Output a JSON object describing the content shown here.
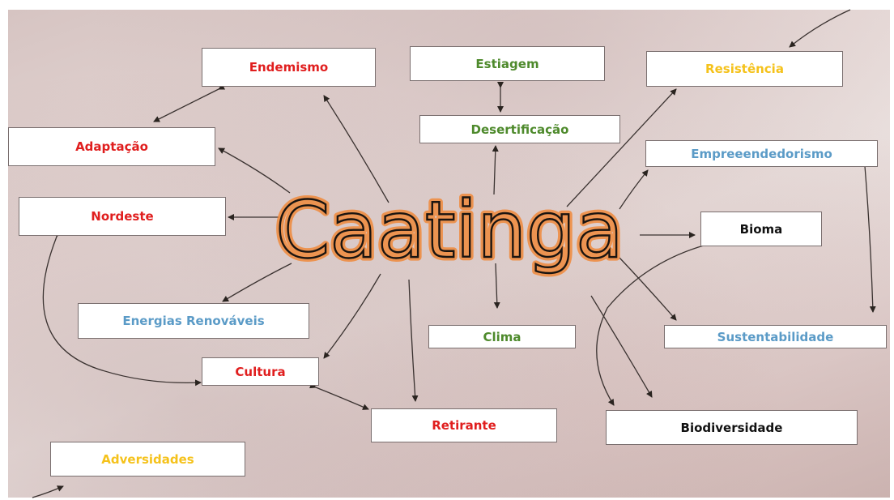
{
  "central_term": "Caatinga",
  "colors": {
    "red": "#e01e1e",
    "green": "#4e8a2c",
    "yellow": "#f5c21b",
    "blue": "#5b9bc7",
    "black": "#111111",
    "ink": "#1a1410",
    "highlight": "#f08a3c"
  },
  "nodes": {
    "endemismo": {
      "label": "Endemismo",
      "color": "red"
    },
    "estiagem": {
      "label": "Estiagem",
      "color": "green"
    },
    "resistencia": {
      "label": "Resistência",
      "color": "yellow"
    },
    "desertificacao": {
      "label": "Desertificação",
      "color": "green"
    },
    "adaptacao": {
      "label": "Adaptação",
      "color": "red"
    },
    "empreendedorismo": {
      "label": "Empreeendedorismo",
      "color": "blue"
    },
    "nordeste": {
      "label": "Nordeste",
      "color": "red"
    },
    "bioma": {
      "label": "Bioma",
      "color": "black"
    },
    "energias": {
      "label": "Energias Renováveis",
      "color": "blue"
    },
    "clima": {
      "label": "Clima",
      "color": "green"
    },
    "sustentabilidade": {
      "label": "Sustentabilidade",
      "color": "blue"
    },
    "cultura": {
      "label": "Cultura",
      "color": "red"
    },
    "retirante": {
      "label": "Retirante",
      "color": "red"
    },
    "biodiversidade": {
      "label": "Biodiversidade",
      "color": "black"
    },
    "adversidades": {
      "label": "Adversidades",
      "color": "yellow"
    }
  }
}
